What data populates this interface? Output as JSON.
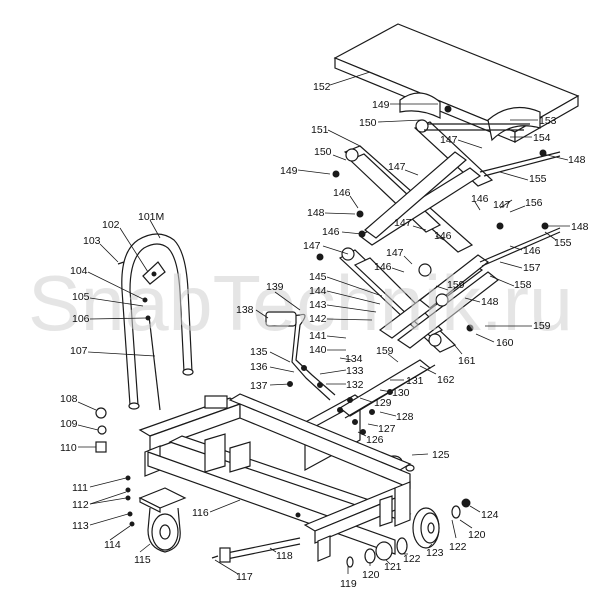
{
  "watermark": "SnabTechnik.ru",
  "callouts": [
    {
      "id": "152",
      "label": "152"
    },
    {
      "id": "149a",
      "label": "149"
    },
    {
      "id": "153",
      "label": "153"
    },
    {
      "id": "150a",
      "label": "150"
    },
    {
      "id": "151",
      "label": "151"
    },
    {
      "id": "147a",
      "label": "147"
    },
    {
      "id": "154",
      "label": "154"
    },
    {
      "id": "150b",
      "label": "150"
    },
    {
      "id": "149b",
      "label": "149"
    },
    {
      "id": "147b",
      "label": "147"
    },
    {
      "id": "148a",
      "label": "148"
    },
    {
      "id": "155a",
      "label": "155"
    },
    {
      "id": "146a",
      "label": "146"
    },
    {
      "id": "148b",
      "label": "148"
    },
    {
      "id": "146b",
      "label": "146"
    },
    {
      "id": "147c",
      "label": "147"
    },
    {
      "id": "156",
      "label": "156"
    },
    {
      "id": "146c",
      "label": "146"
    },
    {
      "id": "147d",
      "label": "147"
    },
    {
      "id": "148c",
      "label": "148"
    },
    {
      "id": "146d",
      "label": "146"
    },
    {
      "id": "147e",
      "label": "147"
    },
    {
      "id": "146e",
      "label": "146"
    },
    {
      "id": "155b",
      "label": "155"
    },
    {
      "id": "147f",
      "label": "147"
    },
    {
      "id": "146f",
      "label": "146"
    },
    {
      "id": "157",
      "label": "157"
    },
    {
      "id": "158",
      "label": "158"
    },
    {
      "id": "145",
      "label": "145"
    },
    {
      "id": "144",
      "label": "144"
    },
    {
      "id": "143",
      "label": "143"
    },
    {
      "id": "142",
      "label": "142"
    },
    {
      "id": "159a",
      "label": "159"
    },
    {
      "id": "148d",
      "label": "148"
    },
    {
      "id": "159b",
      "label": "159"
    },
    {
      "id": "141",
      "label": "141"
    },
    {
      "id": "160",
      "label": "160"
    },
    {
      "id": "161",
      "label": "161"
    },
    {
      "id": "140",
      "label": "140"
    },
    {
      "id": "159c",
      "label": "159"
    },
    {
      "id": "134",
      "label": "134"
    },
    {
      "id": "162",
      "label": "162"
    },
    {
      "id": "139",
      "label": "139"
    },
    {
      "id": "138",
      "label": "138"
    },
    {
      "id": "135",
      "label": "135"
    },
    {
      "id": "136",
      "label": "136"
    },
    {
      "id": "133",
      "label": "133"
    },
    {
      "id": "131",
      "label": "131"
    },
    {
      "id": "137",
      "label": "137"
    },
    {
      "id": "132",
      "label": "132"
    },
    {
      "id": "130",
      "label": "130"
    },
    {
      "id": "129",
      "label": "129"
    },
    {
      "id": "128",
      "label": "128"
    },
    {
      "id": "127",
      "label": "127"
    },
    {
      "id": "126",
      "label": "126"
    },
    {
      "id": "125",
      "label": "125"
    },
    {
      "id": "103",
      "label": "103"
    },
    {
      "id": "102",
      "label": "102"
    },
    {
      "id": "101M",
      "label": "101M"
    },
    {
      "id": "104",
      "label": "104"
    },
    {
      "id": "105",
      "label": "105"
    },
    {
      "id": "106",
      "label": "106"
    },
    {
      "id": "107",
      "label": "107"
    },
    {
      "id": "108",
      "label": "108"
    },
    {
      "id": "109",
      "label": "109"
    },
    {
      "id": "110",
      "label": "110"
    },
    {
      "id": "111",
      "label": "111"
    },
    {
      "id": "112",
      "label": "112"
    },
    {
      "id": "113",
      "label": "113"
    },
    {
      "id": "114",
      "label": "114"
    },
    {
      "id": "115",
      "label": "115"
    },
    {
      "id": "116",
      "label": "116"
    },
    {
      "id": "118",
      "label": "118"
    },
    {
      "id": "117",
      "label": "117"
    },
    {
      "id": "119",
      "label": "119"
    },
    {
      "id": "120a",
      "label": "120"
    },
    {
      "id": "121",
      "label": "121"
    },
    {
      "id": "122a",
      "label": "122"
    },
    {
      "id": "123",
      "label": "123"
    },
    {
      "id": "122b",
      "label": "122"
    },
    {
      "id": "120b",
      "label": "120"
    },
    {
      "id": "124",
      "label": "124"
    }
  ]
}
